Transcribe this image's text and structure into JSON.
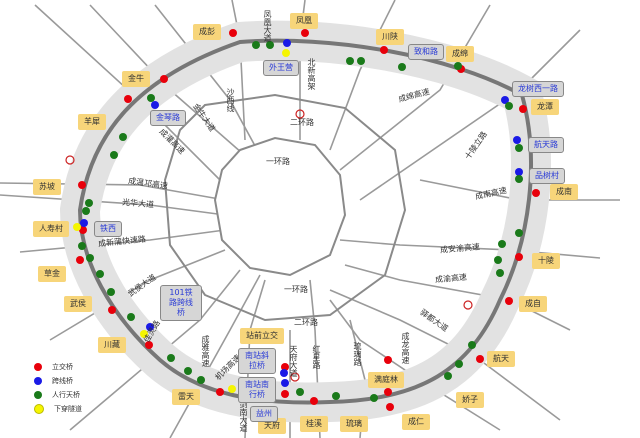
{
  "colors": {
    "interchange": "#e8000b",
    "overpass": "#1a1ae6",
    "footbridge": "#1a7a1a",
    "underpass": "#f5f500",
    "label_bg": "#f7d57a",
    "station_bg": "#d6d6d6"
  },
  "legend": [
    {
      "label": "立交桥",
      "type": "interchange"
    },
    {
      "label": "跨线桥",
      "type": "overpass"
    },
    {
      "label": "人行天桥",
      "type": "footbridge"
    },
    {
      "label": "下穿隧道",
      "type": "underpass"
    }
  ],
  "interchanges": [
    "成彭",
    "凤凰",
    "金牛",
    "羊犀",
    "苏坡",
    "人寿村",
    "草金",
    "武侯",
    "川藏",
    "站前立交",
    "雷天",
    "天府",
    "桂溪",
    "琉璃",
    "成仁",
    "满庭林",
    "娇子",
    "航天",
    "成自",
    "十陵",
    "成南",
    "龙潭",
    "成绵",
    "川陕"
  ],
  "overpasses": [
    "外王营",
    "金琴路",
    "铁西",
    "101铁路跨线桥",
    "南站斜拉桥",
    "南站南行桥",
    "益州",
    "致和路",
    "龙树西一路",
    "航天路",
    "品树村"
  ],
  "roads": [
    "凤凰大道",
    "北新高架",
    "二环路",
    "一环路",
    "沙西线",
    "金牛大道",
    "成灌高速",
    "成温邛高速",
    "光华大道",
    "成新蒲快速路",
    "武侯大道",
    "佳灵路",
    "成雅高速",
    "机场高速",
    "剑南大道",
    "天府大道",
    "红星路",
    "琉璃路",
    "成渝高速",
    "成安渝高速",
    "驿都大道",
    "成绵高速",
    "十陵立路",
    "成南高速",
    "一环路",
    "二环路",
    "成龙高速"
  ]
}
